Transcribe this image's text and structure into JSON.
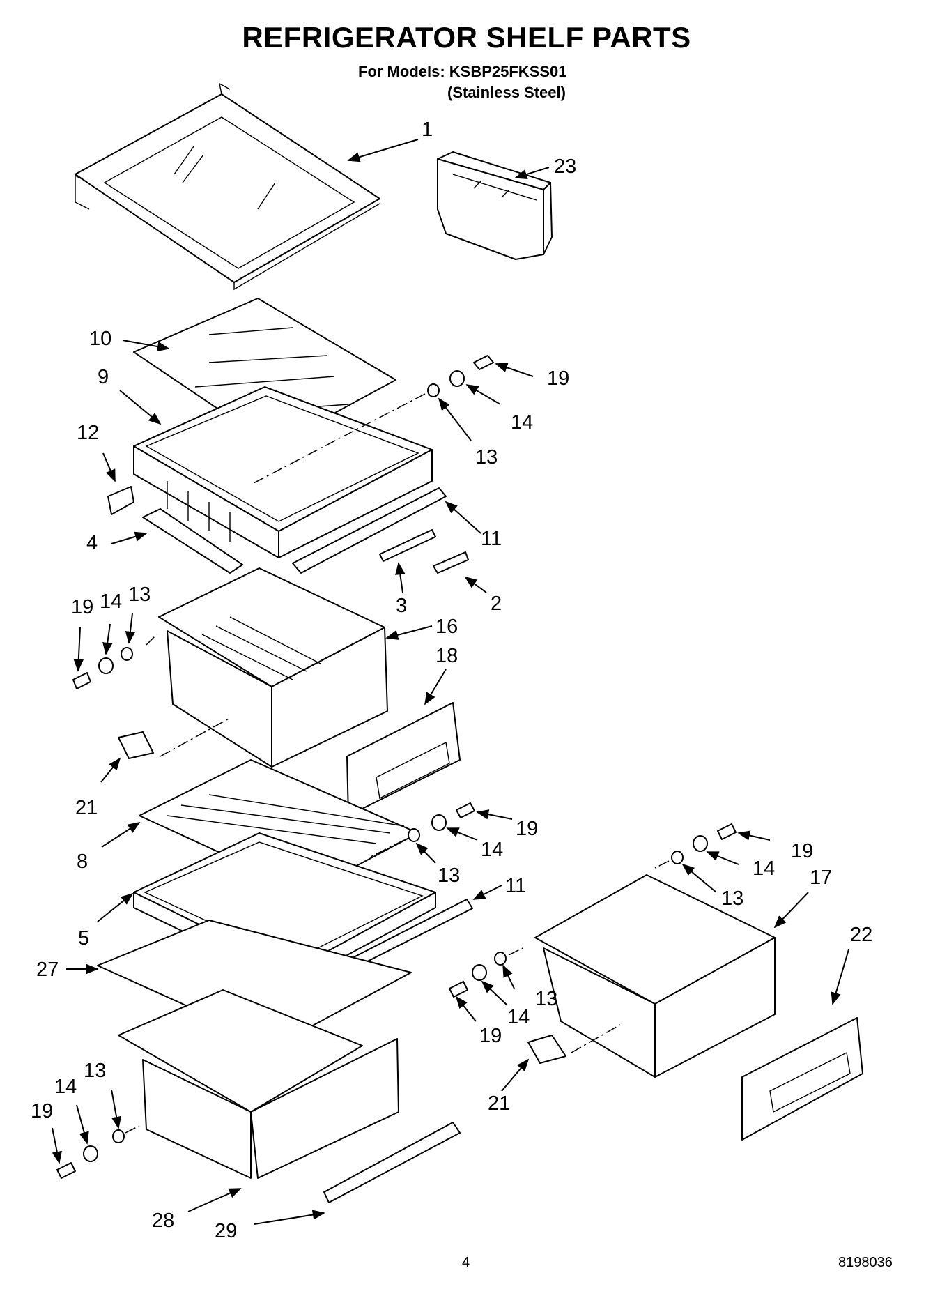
{
  "header": {
    "title": "REFRIGERATOR SHELF PARTS",
    "models_line": "For Models: KSBP25FKSS01",
    "finish_line": "(Stainless Steel)"
  },
  "callouts": [
    {
      "id": "c1",
      "text": "1"
    },
    {
      "id": "c23",
      "text": "23"
    },
    {
      "id": "c10",
      "text": "10"
    },
    {
      "id": "c9",
      "text": "9"
    },
    {
      "id": "c19a",
      "text": "19"
    },
    {
      "id": "c14a",
      "text": "14"
    },
    {
      "id": "c13a",
      "text": "13"
    },
    {
      "id": "c12",
      "text": "12"
    },
    {
      "id": "c4",
      "text": "4"
    },
    {
      "id": "c11a",
      "text": "11"
    },
    {
      "id": "c3",
      "text": "3"
    },
    {
      "id": "c2",
      "text": "2"
    },
    {
      "id": "c19b",
      "text": "19"
    },
    {
      "id": "c14b",
      "text": "14"
    },
    {
      "id": "c13b",
      "text": "13"
    },
    {
      "id": "c16",
      "text": "16"
    },
    {
      "id": "c18",
      "text": "18"
    },
    {
      "id": "c21a",
      "text": "21"
    },
    {
      "id": "c19c",
      "text": "19"
    },
    {
      "id": "c14c",
      "text": "14"
    },
    {
      "id": "c13c",
      "text": "13"
    },
    {
      "id": "c8",
      "text": "8"
    },
    {
      "id": "c11b",
      "text": "11"
    },
    {
      "id": "c5",
      "text": "5"
    },
    {
      "id": "c27",
      "text": "27"
    },
    {
      "id": "c19d",
      "text": "19"
    },
    {
      "id": "c14d",
      "text": "14"
    },
    {
      "id": "c13d",
      "text": "13"
    },
    {
      "id": "c17",
      "text": "17"
    },
    {
      "id": "c22",
      "text": "22"
    },
    {
      "id": "c13e",
      "text": "13"
    },
    {
      "id": "c14e",
      "text": "14"
    },
    {
      "id": "c19e",
      "text": "19"
    },
    {
      "id": "c21b",
      "text": "21"
    },
    {
      "id": "c13f",
      "text": "13"
    },
    {
      "id": "c14f",
      "text": "14"
    },
    {
      "id": "c19f",
      "text": "19"
    },
    {
      "id": "c28",
      "text": "28"
    },
    {
      "id": "c29",
      "text": "29"
    }
  ],
  "footer": {
    "page_number": "4",
    "document_number": "8198036"
  }
}
